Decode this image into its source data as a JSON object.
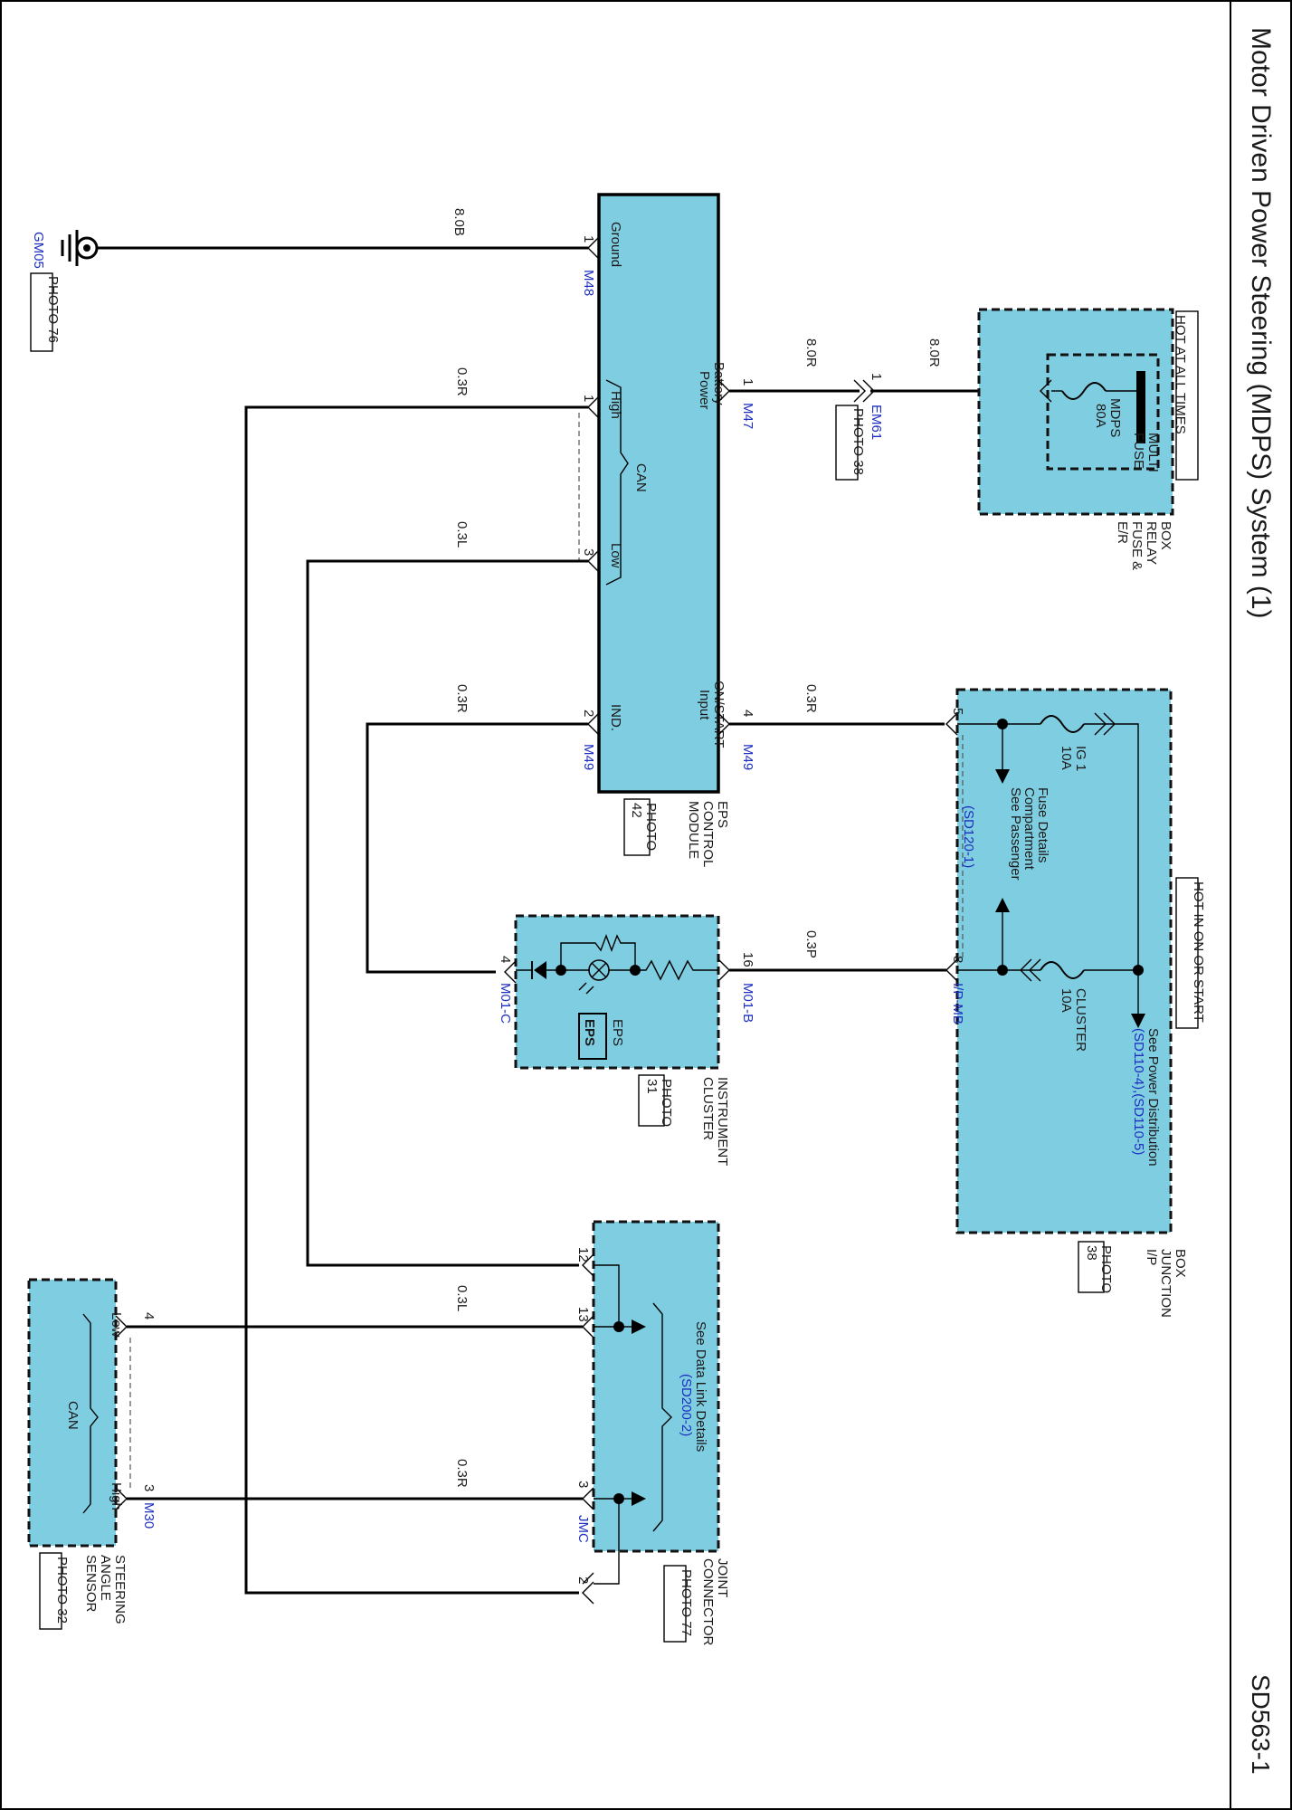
{
  "page": {
    "title": "Motor Driven Power Steering (MDPS) System (1)",
    "page_code": "SD563-1"
  },
  "ground": {
    "id": "GM05",
    "photo": "PHOTO 76",
    "wire": "8.0B"
  },
  "eps_module": {
    "name": [
      "EPS",
      "CONTROL",
      "MODULE"
    ],
    "photo": [
      "PHOTO",
      "42"
    ],
    "pins": {
      "ground": {
        "num": "1",
        "conn": "M48",
        "label": "Ground"
      },
      "battery": {
        "num": "1",
        "conn": "M47",
        "label": [
          "Battery",
          "Power"
        ]
      },
      "can_high": {
        "num": "1",
        "label": "High"
      },
      "can": "CAN",
      "can_low": {
        "num": "3",
        "label": "Low"
      },
      "ind": {
        "num": "2",
        "conn": "M49",
        "label": "IND."
      },
      "on_start": {
        "num": "4",
        "conn": "M49",
        "label": [
          "ON/START",
          "Input"
        ]
      }
    }
  },
  "wires": {
    "ground": "8.0B",
    "battery_a": "8.0R",
    "battery_b": "8.0R",
    "can_high": "0.3R",
    "can_low": "0.3L",
    "ind": "0.3R",
    "on_start": "0.3R",
    "cluster": "0.3P",
    "jc_13": "0.3L",
    "jc_3": "0.3R"
  },
  "em61": {
    "pin": "1",
    "conn": "EM61",
    "photo": "PHOTO 38"
  },
  "er_box": {
    "name": [
      "E/R",
      "FUSE &",
      "RELAY",
      "BOX"
    ],
    "hot_label": "HOT AT ALL TIMES",
    "multi_fuse": [
      "MULTI",
      "FUSE"
    ],
    "fuse_name": "MDPS",
    "fuse_rating": "80A"
  },
  "ip_box": {
    "name": [
      "I/P",
      "JUNCTION",
      "BOX"
    ],
    "photo": [
      "PHOTO",
      "38"
    ],
    "hot_label": "HOT IN ON OR START",
    "fuse1_name": "IG 1",
    "fuse1_rating": "10A",
    "fuse2_name": "CLUSTER",
    "fuse2_rating": "10A",
    "pin5": "5",
    "pin8": "8",
    "conn": "I/P-MB",
    "note_passenger": [
      "See Passenger",
      "Compartment",
      "Fuse Details"
    ],
    "ref_passenger": "(SD120-1)",
    "note_power": "See Power Distribution",
    "ref_power": "(SD110-4),(SD110-5)"
  },
  "cluster": {
    "name": [
      "INSTRUMENT",
      "CLUSTER"
    ],
    "photo": [
      "PHOTO",
      "31"
    ],
    "lamp_name": "EPS",
    "lamp_badge": "EPS",
    "pin16": "16",
    "conn16": "M01-B",
    "pin4": "4",
    "conn4": "M01-C"
  },
  "joint": {
    "name": [
      "JOINT",
      "CONNECTOR"
    ],
    "photo": "PHOTO 77",
    "note": "See Data Link Details",
    "ref": "(SD200-2)",
    "pins": [
      "12",
      "13",
      "2",
      "3"
    ],
    "conn": "JMC"
  },
  "sas": {
    "name": [
      "STEERING",
      "ANGLE",
      "SENSOR"
    ],
    "photo": "PHOTO 32",
    "low": "Low",
    "can": "CAN",
    "high": "High",
    "pin4": "4",
    "pin3": "3",
    "conn": "M30"
  },
  "colors": {
    "component_fill": "#7fcde0",
    "wire": "#000000",
    "link_text": "#1d2fbf"
  }
}
